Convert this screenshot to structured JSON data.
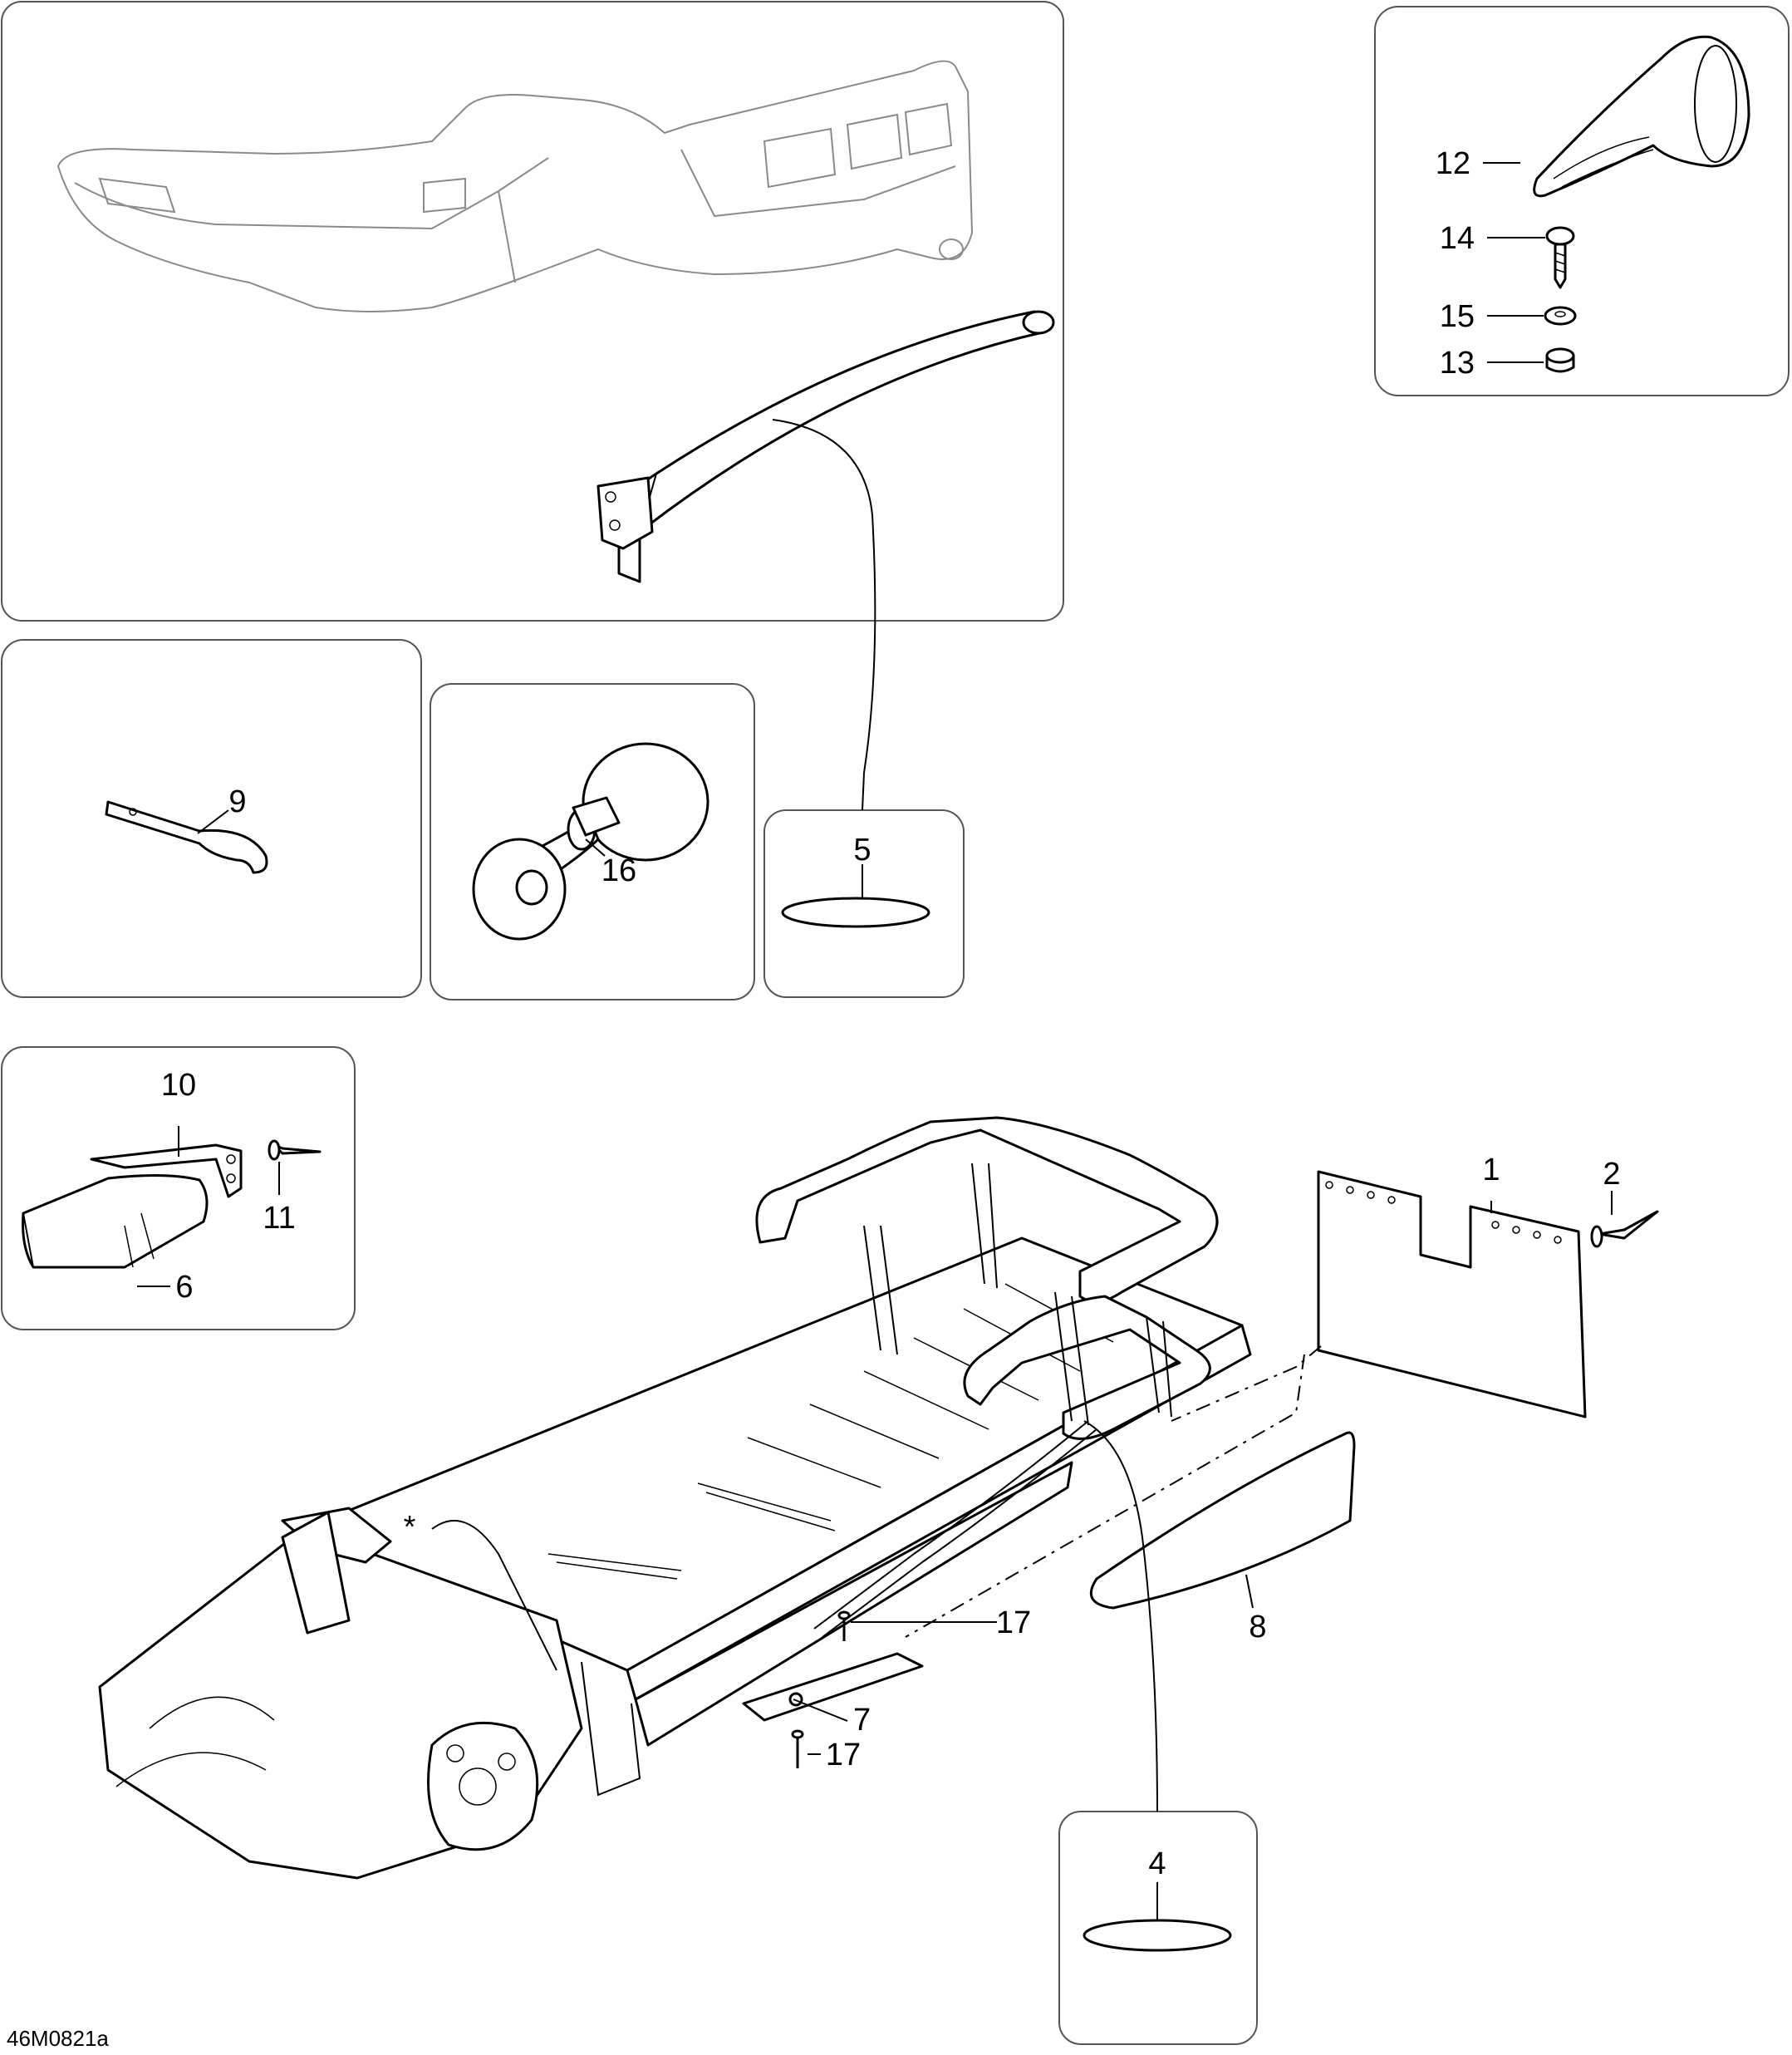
{
  "diagram": {
    "drawing_code": "46M0821a",
    "callouts": [
      {
        "id": "c1",
        "label": "1"
      },
      {
        "id": "c2",
        "label": "2"
      },
      {
        "id": "c4",
        "label": "4"
      },
      {
        "id": "c5",
        "label": "5"
      },
      {
        "id": "c6",
        "label": "6"
      },
      {
        "id": "c7",
        "label": "7"
      },
      {
        "id": "c8",
        "label": "8"
      },
      {
        "id": "c9",
        "label": "9"
      },
      {
        "id": "c10",
        "label": "10"
      },
      {
        "id": "c11",
        "label": "11"
      },
      {
        "id": "c12",
        "label": "12"
      },
      {
        "id": "c13",
        "label": "13"
      },
      {
        "id": "c14",
        "label": "14"
      },
      {
        "id": "c15",
        "label": "15"
      },
      {
        "id": "c16",
        "label": "16"
      },
      {
        "id": "c17a",
        "label": "17"
      },
      {
        "id": "c17b",
        "label": "17"
      }
    ],
    "marker": "*"
  }
}
